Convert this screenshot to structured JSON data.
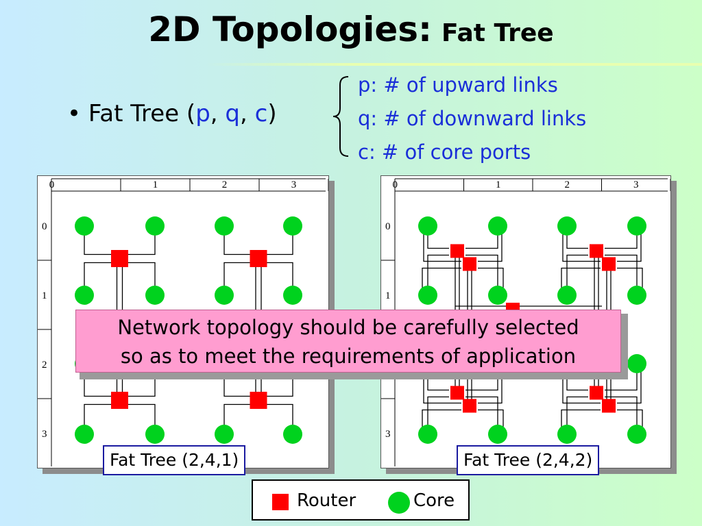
{
  "slide": {
    "title_main": "2D Topologies:",
    "title_sub": "Fat Tree"
  },
  "bullet": {
    "marker": "•",
    "prefix": "Fat Tree (",
    "p": "p",
    "sep1": ", ",
    "q": "q",
    "sep2": ", ",
    "c": "c",
    "suffix": ")"
  },
  "definitions": [
    "p: # of upward links",
    "q: # of downward links",
    "c: # of core ports"
  ],
  "grid_labels": {
    "columns": [
      "0",
      "1",
      "2",
      "3"
    ],
    "rows": [
      "0",
      "1",
      "2",
      "3"
    ]
  },
  "panels": [
    {
      "caption": "Fat Tree (2,4,1)"
    },
    {
      "caption": "Fat Tree (2,4,2)"
    }
  ],
  "callout": {
    "line1": "Network topology should be carefully selected",
    "line2": "so as to meet the requirements of application"
  },
  "legend": {
    "router_label": "Router",
    "core_label": "Core"
  },
  "colors": {
    "router": "#ff0000",
    "core": "#00d21e",
    "accent_text": "#1a2fd8",
    "callout_bg": "#ff9dd0"
  }
}
